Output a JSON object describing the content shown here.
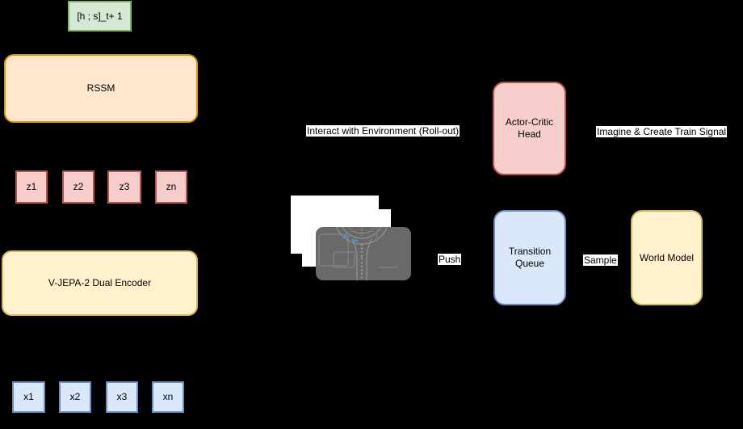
{
  "diagram": {
    "title": "World-model RL architecture diagram",
    "background": "#000000",
    "palette": {
      "green_fill": "#d5e8d4",
      "green_border": "#82b366",
      "orange_fill": "#ffe6cc",
      "orange_border": "#d79b00",
      "red_fill": "#f8cecc",
      "red_border": "#b85450",
      "yellow_fill": "#fff2cc",
      "yellow_border": "#d6b656",
      "blue_fill": "#dae8fc",
      "blue_border": "#6c8ebf",
      "sim_image_bg": "#696969",
      "sim_road_line": "#909090",
      "sim_vehicle_blue": "#4a90d9",
      "sim_vehicle_green": "#3faf46"
    },
    "left_column": {
      "latent_box": {
        "label": "[h ; s]_t+ 1"
      },
      "rssm_box": {
        "label": "RSSM"
      },
      "z_tokens": [
        {
          "label": "z1"
        },
        {
          "label": "z2"
        },
        {
          "label": "z3"
        },
        {
          "label": "zn"
        }
      ],
      "encoder_box": {
        "label": "V-JEPA-2 Dual Encoder"
      },
      "x_tokens": [
        {
          "label": "x1"
        },
        {
          "label": "x2"
        },
        {
          "label": "x3"
        },
        {
          "label": "xn"
        }
      ]
    },
    "center": {
      "rollout_label": "Interact with Environment (Roll-out)",
      "push_label": "Push",
      "frame_stack": {
        "frame_count": 3,
        "front_frame": "top-down driving simulator view with roundabout, roads, two blue vehicles and one green vehicle"
      }
    },
    "right_column": {
      "actor_critic_box": {
        "label": "Actor-Critic Head"
      },
      "imagine_label": "Imagine & Create Train Signal",
      "transition_queue_box": {
        "label": "Transition Queue"
      },
      "sample_label": "Sample",
      "world_model_box": {
        "label": "World Model"
      }
    }
  }
}
